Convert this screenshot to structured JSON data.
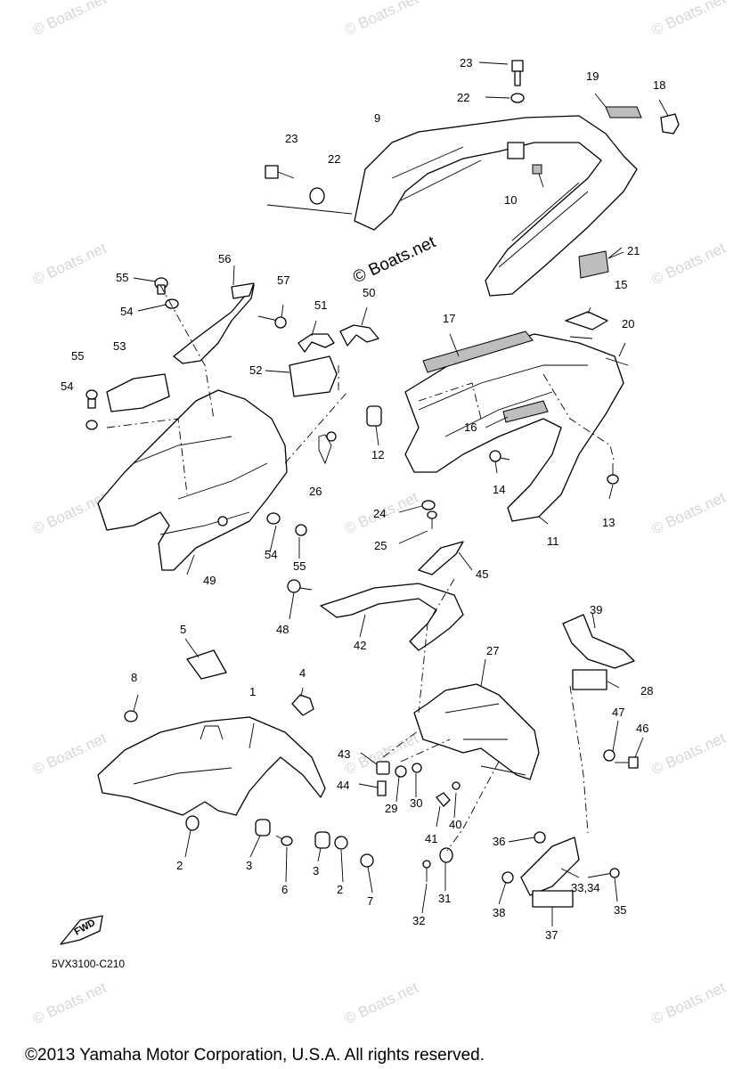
{
  "watermark": "© Boats.net",
  "brand_label": "© Boats.net",
  "diagram_code": "5VX3100-C210",
  "direction_label": "FWD",
  "copyright": "©2013 Yamaha Motor Corporation, U.S.A. All rights reserved.",
  "callouts": [
    "23",
    "22",
    "9",
    "19",
    "18",
    "23",
    "22",
    "10",
    "21",
    "56",
    "57",
    "55",
    "54",
    "51",
    "50",
    "15",
    "17",
    "20",
    "53",
    "55",
    "54",
    "52",
    "12",
    "16",
    "14",
    "13",
    "26",
    "24",
    "25",
    "11",
    "54",
    "55",
    "49",
    "45",
    "48",
    "42",
    "39",
    "5",
    "8",
    "4",
    "1",
    "27",
    "28",
    "47",
    "46",
    "43",
    "44",
    "29",
    "30",
    "41",
    "40",
    "36",
    "2",
    "3",
    "6",
    "3",
    "2",
    "7",
    "31",
    "32",
    "38",
    "33,34",
    "35",
    "37"
  ]
}
